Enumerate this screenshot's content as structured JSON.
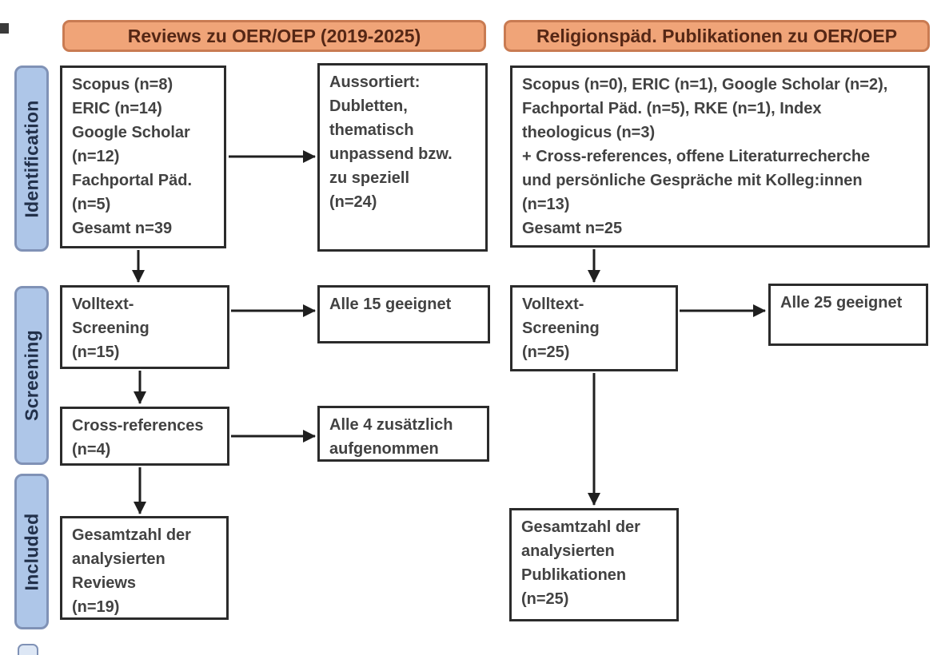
{
  "headers": [
    {
      "label": "Reviews zu OER/OEP (2019-2025)"
    },
    {
      "label": "Religionspäd. Publikationen zu OER/OEP"
    }
  ],
  "stages": [
    {
      "label": "Identification"
    },
    {
      "label": "Screening"
    },
    {
      "label": "Included"
    }
  ],
  "left_flow": {
    "sources": "Scopus (n=8)\nERIC (n=14)\nGoogle Scholar\n(n=12)\nFachportal Päd.\n(n=5)\nGesamt n=39",
    "excluded": "Aussortiert:\nDubletten,\nthematisch\nunpassend bzw.\nzu speziell\n(n=24)",
    "fulltext": "Volltext-\nScreening\n(n=15)",
    "fulltext_result": "Alle 15 geeignet",
    "crossref": "Cross-references\n(n=4)",
    "crossref_result": "Alle 4 zusätzlich\naufgenommen",
    "included": "Gesamtzahl der\nanalysierten\nReviews\n(n=19)"
  },
  "right_flow": {
    "sources": "Scopus (n=0), ERIC (n=1), Google Scholar (n=2),\nFachportal Päd. (n=5), RKE (n=1), Index\ntheologicus (n=3)\n+ Cross-references, offene Literaturrecherche\nund persönliche Gespräche mit Kolleg:innen\n(n=13)\nGesamt n=25",
    "fulltext": "Volltext-\nScreening\n(n=25)",
    "fulltext_result": "Alle 25 geeignet",
    "included": "Gesamtzahl der\nanalysierten\nPublikationen\n(n=25)"
  },
  "colors": {
    "header_fill": "#f0a478",
    "header_border": "#c97b52",
    "header_text": "#552715",
    "stage_fill": "#aec6e8",
    "stage_border": "#8092b6",
    "stage_text": "#22304a",
    "box_border": "#2b2b2b",
    "box_text": "#424242",
    "arrow": "#1f1f1f",
    "background": "#ffffff"
  }
}
